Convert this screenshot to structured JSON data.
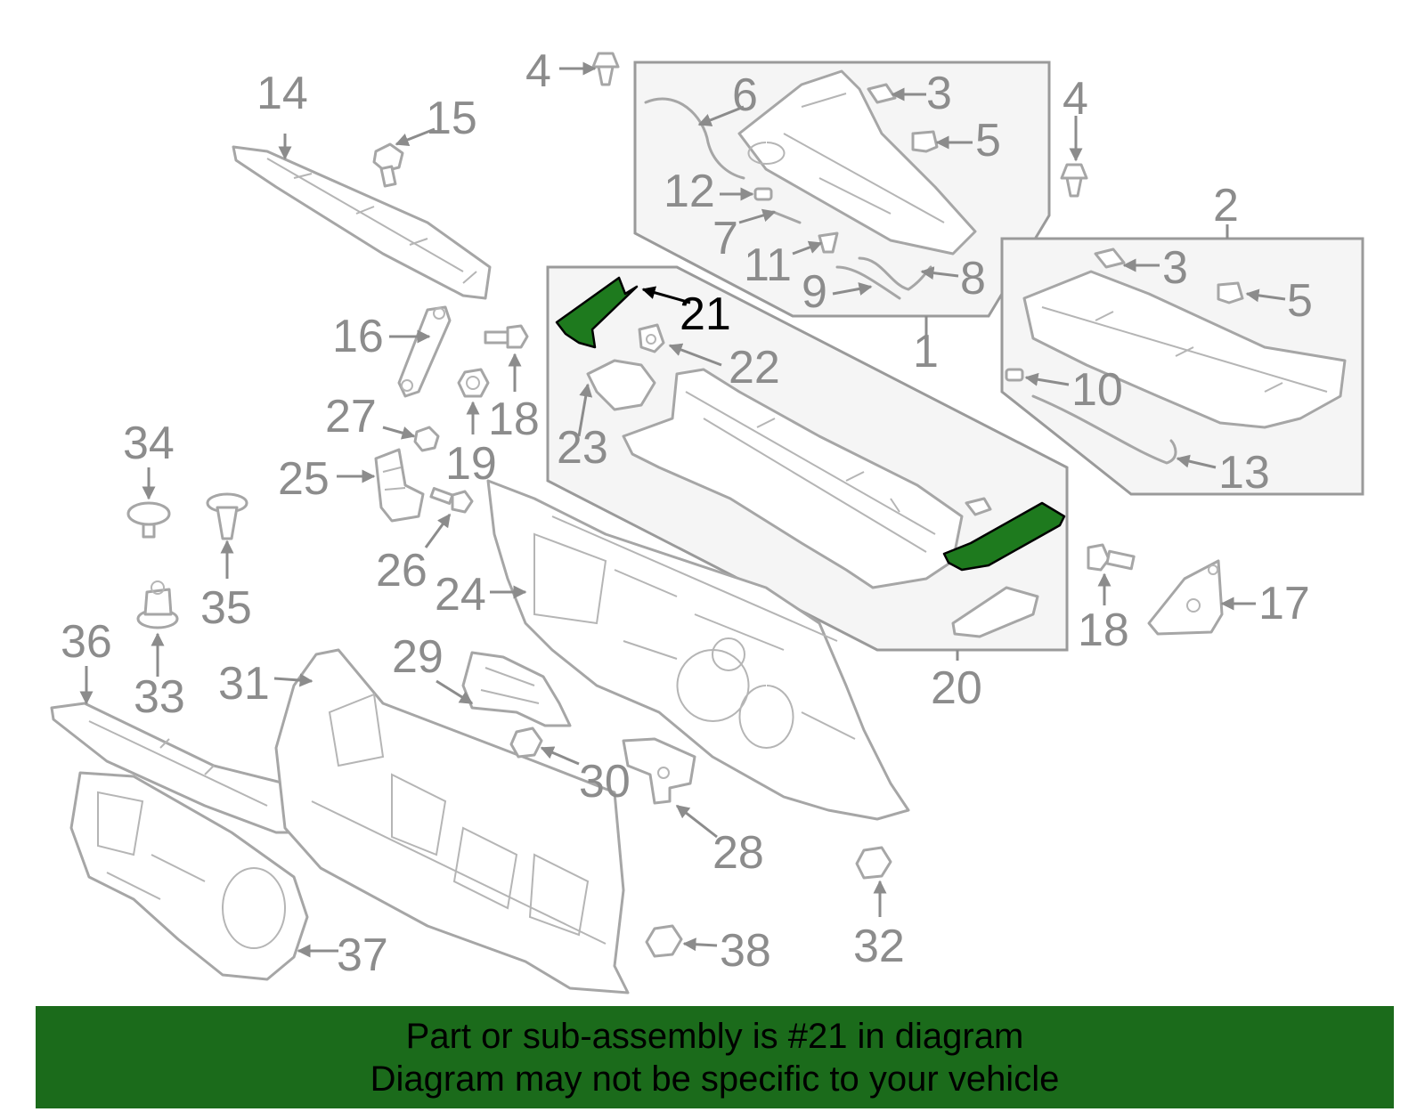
{
  "highlight": {
    "part": "21",
    "color": "#1e7a1e"
  },
  "callouts": {
    "c1": "1",
    "c2": "2",
    "c3a": "3",
    "c3b": "3",
    "c4a": "4",
    "c4b": "4",
    "c5a": "5",
    "c5b": "5",
    "c6": "6",
    "c7": "7",
    "c8": "8",
    "c9": "9",
    "c10": "10",
    "c11": "11",
    "c12": "12",
    "c13": "13",
    "c14": "14",
    "c15": "15",
    "c16": "16",
    "c17": "17",
    "c18a": "18",
    "c18b": "18",
    "c19": "19",
    "c20": "20",
    "c21": "21",
    "c22": "22",
    "c23": "23",
    "c24": "24",
    "c25": "25",
    "c26": "26",
    "c27": "27",
    "c28": "28",
    "c29": "29",
    "c30": "30",
    "c31": "31",
    "c32": "32",
    "c33": "33",
    "c34": "34",
    "c35": "35",
    "c36": "36",
    "c37": "37",
    "c38": "38"
  },
  "footer": {
    "line1": "Part or sub-assembly is #21 in diagram",
    "line2": "Diagram may not be specific to your vehicle",
    "background": "#1b6b1b"
  }
}
